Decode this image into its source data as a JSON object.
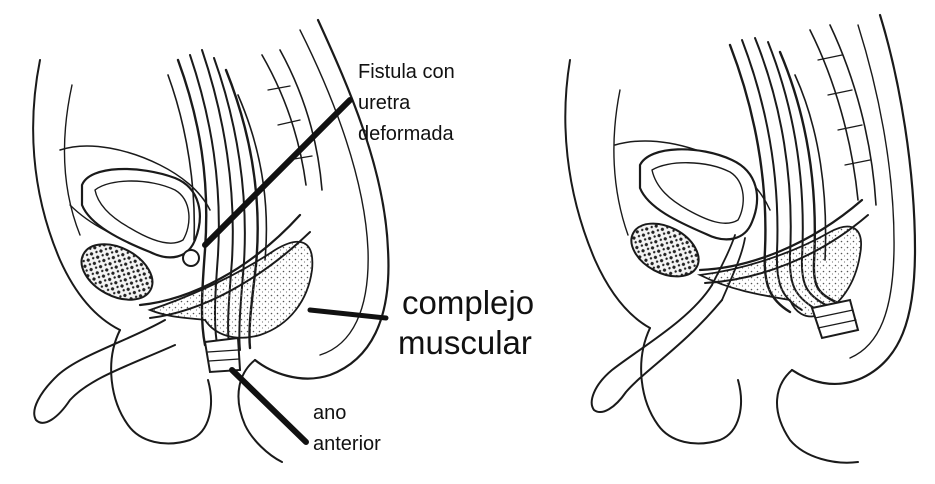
{
  "labels": {
    "fistula_line1": "Fistula con",
    "fistula_line2": "uretra",
    "fistula_line3": "deformada",
    "complejo_line1": "complejo",
    "complejo_line2": "muscular",
    "ano_line1": "ano",
    "ano_line2": "anterior"
  },
  "colors": {
    "ink": "#1a1a1a",
    "background": "#ffffff"
  }
}
